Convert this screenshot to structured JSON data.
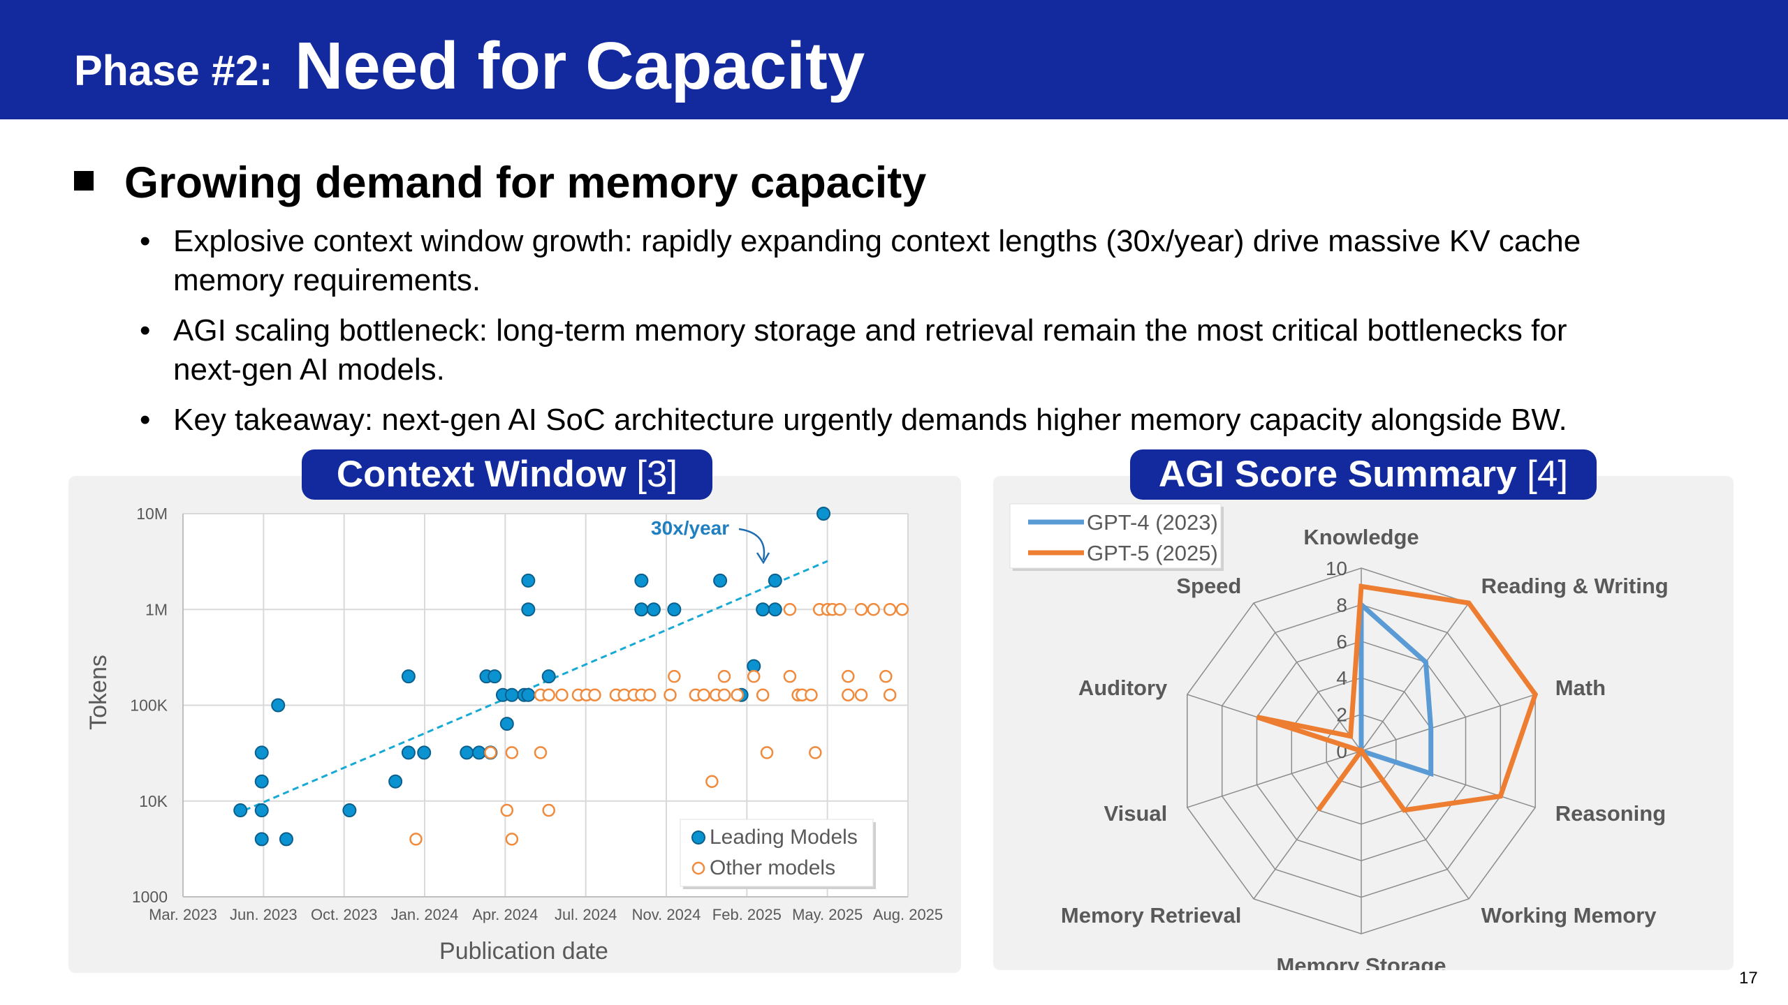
{
  "header": {
    "prefix": "Phase #2:",
    "title": "Need for Capacity"
  },
  "section": {
    "title": "Growing demand for memory capacity",
    "bullets": [
      {
        "line1": "Explosive context window growth: rapidly expanding context lengths (30x/year) drive massive KV cache",
        "line2": "memory requirements."
      },
      {
        "line1": "AGI scaling bottleneck: long-term memory storage and retrieval remain the most critical bottlenecks for",
        "line2": "next-gen AI models."
      },
      {
        "line1": "Key takeaway: next-gen AI SoC architecture urgently demands higher memory capacity alongside BW.",
        "line2": ""
      }
    ]
  },
  "left_panel": {
    "title": "Context Window",
    "ref": "[3]"
  },
  "right_panel": {
    "title": "AGI Score Summary",
    "ref": "[4]"
  },
  "page_number": "17",
  "chart_data": [
    {
      "type": "scatter",
      "title": "",
      "xlabel": "Publication date",
      "ylabel": "Tokens",
      "y_scale": "log",
      "ylim": [
        1000,
        10000000
      ],
      "xlim": [
        "2023-03",
        "2025-08"
      ],
      "x_tick_labels": [
        "Mar. 2023",
        "Jun. 2023",
        "Oct. 2023",
        "Jan. 2024",
        "Apr. 2024",
        "Jul. 2024",
        "Nov. 2024",
        "Feb. 2025",
        "May. 2025",
        "Aug. 2025"
      ],
      "y_tick_labels": [
        "1000",
        "10K",
        "100K",
        "1M",
        "10M"
      ],
      "grid": true,
      "legend_position": "bottom-right",
      "annotation": "30x/year",
      "trend_line": [
        [
          "2023-05-15",
          8000
        ],
        [
          "2025-04-25",
          3200000
        ]
      ],
      "series": [
        {
          "name": "Leading Models",
          "color": "#0a93d0",
          "marker": "filled-circle",
          "points": [
            [
              "2023-05-10",
              8000
            ],
            [
              "2023-06-05",
              4000
            ],
            [
              "2023-06-05",
              8000
            ],
            [
              "2023-06-05",
              16000
            ],
            [
              "2023-06-05",
              32000
            ],
            [
              "2023-06-25",
              100000
            ],
            [
              "2023-07-05",
              4000
            ],
            [
              "2023-09-20",
              8000
            ],
            [
              "2023-11-15",
              16000
            ],
            [
              "2023-12-01",
              200000
            ],
            [
              "2023-12-01",
              32000
            ],
            [
              "2023-12-20",
              32000
            ],
            [
              "2024-02-10",
              32000
            ],
            [
              "2024-02-25",
              32000
            ],
            [
              "2024-03-10",
              32000
            ],
            [
              "2024-03-05",
              200000
            ],
            [
              "2024-03-15",
              200000
            ],
            [
              "2024-03-25",
              128000
            ],
            [
              "2024-04-05",
              128000
            ],
            [
              "2024-04-20",
              128000
            ],
            [
              "2024-04-25",
              128000
            ],
            [
              "2024-03-30",
              64000
            ],
            [
              "2024-04-25",
              2000000
            ],
            [
              "2024-04-25",
              1000000
            ],
            [
              "2024-05-20",
              200000
            ],
            [
              "2024-09-10",
              2000000
            ],
            [
              "2024-09-10",
              1000000
            ],
            [
              "2024-09-25",
              1000000
            ],
            [
              "2024-10-20",
              1000000
            ],
            [
              "2024-12-15",
              2000000
            ],
            [
              "2025-01-10",
              128000
            ],
            [
              "2025-01-25",
              256000
            ],
            [
              "2025-02-05",
              1000000
            ],
            [
              "2025-02-20",
              1000000
            ],
            [
              "2025-02-20",
              2000000
            ],
            [
              "2025-04-20",
              10000000
            ]
          ]
        },
        {
          "name": "Other models",
          "color": "#f08a3c",
          "marker": "open-circle",
          "points": [
            [
              "2023-12-10",
              4000
            ],
            [
              "2024-03-10",
              32000
            ],
            [
              "2024-03-30",
              8000
            ],
            [
              "2024-04-05",
              4000
            ],
            [
              "2024-04-05",
              32000
            ],
            [
              "2024-05-10",
              32000
            ],
            [
              "2024-05-20",
              8000
            ],
            [
              "2024-05-10",
              128000
            ],
            [
              "2024-05-20",
              128000
            ],
            [
              "2024-06-05",
              128000
            ],
            [
              "2024-06-25",
              128000
            ],
            [
              "2024-07-05",
              128000
            ],
            [
              "2024-07-15",
              128000
            ],
            [
              "2024-08-10",
              128000
            ],
            [
              "2024-08-20",
              128000
            ],
            [
              "2024-09-01",
              128000
            ],
            [
              "2024-09-10",
              128000
            ],
            [
              "2024-09-20",
              128000
            ],
            [
              "2024-10-15",
              128000
            ],
            [
              "2024-10-20",
              200000
            ],
            [
              "2024-11-15",
              128000
            ],
            [
              "2024-11-25",
              128000
            ],
            [
              "2024-12-10",
              128000
            ],
            [
              "2024-12-20",
              128000
            ],
            [
              "2025-01-05",
              128000
            ],
            [
              "2024-12-05",
              16000
            ],
            [
              "2024-12-20",
              200000
            ],
            [
              "2025-01-25",
              200000
            ],
            [
              "2025-02-10",
              32000
            ],
            [
              "2025-02-05",
              128000
            ],
            [
              "2025-03-10",
              200000
            ],
            [
              "2025-03-20",
              128000
            ],
            [
              "2025-03-10",
              1000000
            ],
            [
              "2025-03-25",
              128000
            ],
            [
              "2025-04-05",
              128000
            ],
            [
              "2025-04-10",
              32000
            ],
            [
              "2025-04-15",
              1000000
            ],
            [
              "2025-04-25",
              1000000
            ],
            [
              "2025-05-01",
              1000000
            ],
            [
              "2025-05-10",
              1000000
            ],
            [
              "2025-05-20",
              128000
            ],
            [
              "2025-05-20",
              200000
            ],
            [
              "2025-06-05",
              128000
            ],
            [
              "2025-06-05",
              1000000
            ],
            [
              "2025-06-20",
              1000000
            ],
            [
              "2025-07-05",
              200000
            ],
            [
              "2025-07-10",
              1000000
            ],
            [
              "2025-07-10",
              128000
            ],
            [
              "2025-07-25",
              1000000
            ]
          ]
        }
      ]
    },
    {
      "type": "radar",
      "title": "",
      "axes": [
        "Knowledge",
        "Reading & Writing",
        "Math",
        "Reasoning",
        "Working Memory",
        "Memory Storage",
        "Memory Retrieval",
        "Visual",
        "Auditory",
        "Speed"
      ],
      "rlim": [
        0,
        10
      ],
      "r_tick_labels": [
        "0",
        "2",
        "4",
        "6",
        "8",
        "10"
      ],
      "legend_position": "top-left",
      "series": [
        {
          "name": "GPT-4 (2023)",
          "color": "#5b9bd5",
          "values": [
            8,
            6,
            4,
            4,
            0,
            0,
            0,
            0,
            0,
            0
          ]
        },
        {
          "name": "GPT-5 (2025)",
          "color": "#ed7d31",
          "values": [
            9,
            10,
            10,
            8,
            4,
            0,
            4,
            0,
            6,
            1
          ]
        }
      ]
    }
  ]
}
